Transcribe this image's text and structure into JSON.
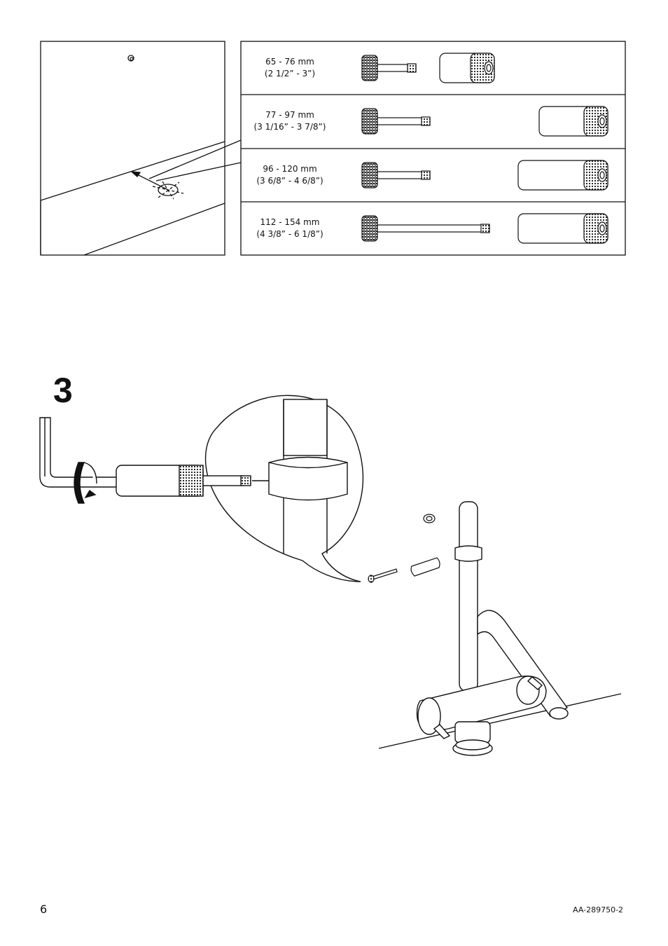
{
  "sizes": [
    {
      "mm": "65 - 76 mm",
      "inch": "(2 1/2” - 3”)",
      "rod_length": 55,
      "sleeve_length": 78
    },
    {
      "mm": "77 - 97 mm",
      "inch": "(3 1/16” - 3 7/8”)",
      "rod_length": 75,
      "sleeve_length": 98
    },
    {
      "mm": "96 - 120 mm",
      "inch": "(3 6/8” - 4 6/8”)",
      "rod_length": 75,
      "sleeve_length": 128
    },
    {
      "mm": "112 - 154 mm",
      "inch": "(4 3/8” - 6 1/8”)",
      "rod_length": 160,
      "sleeve_length": 128
    }
  ],
  "step": {
    "number": "3"
  },
  "footer": {
    "page_number": "6",
    "doc_code": "AA-289750-2"
  },
  "icons": {
    "wall_detail": "wall-corner-hole-illustration",
    "rotate": "rotate-arrow-icon",
    "hex_key": "hex-key-icon",
    "faucet": "kitchen-faucet-illustration"
  }
}
